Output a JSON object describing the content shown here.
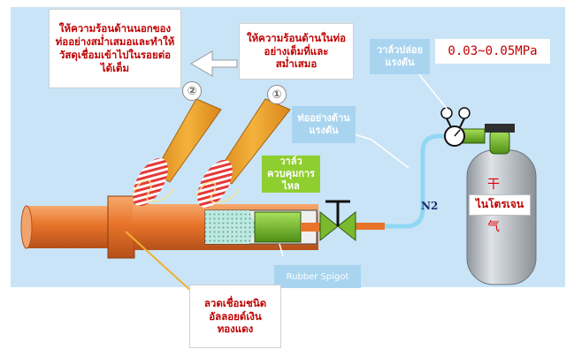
{
  "labels": {
    "outer_heat": "ให้ความร้อนด้านนอกของท่ออย่างสม่ำเสมอและทำให้วัสดุเชื่อมเข้าไปในรอยต่อได้เต็ม",
    "inner_heat": "ให้ความร้อนด้านในท่ออย่างเต็มที่และสม่ำเสมอ",
    "release_valve": "วาล์วปล่อยแรงดัน",
    "pressure": "0.03~0.05MPa",
    "pressure_hose": "ท่ออย่างต้านแรงดัน",
    "flow_valve": "วาล์วควบคุมการไหล",
    "nitrogen": "ไนโตรเจน",
    "gas_symbol": "N2",
    "rubber_spigot": "Rubber Spigot",
    "filler_wire": "ลวดเชื่อมชนิดอัลลอยด์เงินทองแดง",
    "torch_1": "①",
    "torch_2": "②",
    "cylinder_char_top": "干",
    "cylinder_char_bottom": "气"
  },
  "colors": {
    "panel": "#c9e4f7",
    "pipe": "#e8742a",
    "torch": "#f0a830",
    "flame": "#e53838",
    "valve": "#7ab82e",
    "hose": "#8fd7f5",
    "cylinder": "#b8bdc4",
    "label_text": "#c00000"
  }
}
